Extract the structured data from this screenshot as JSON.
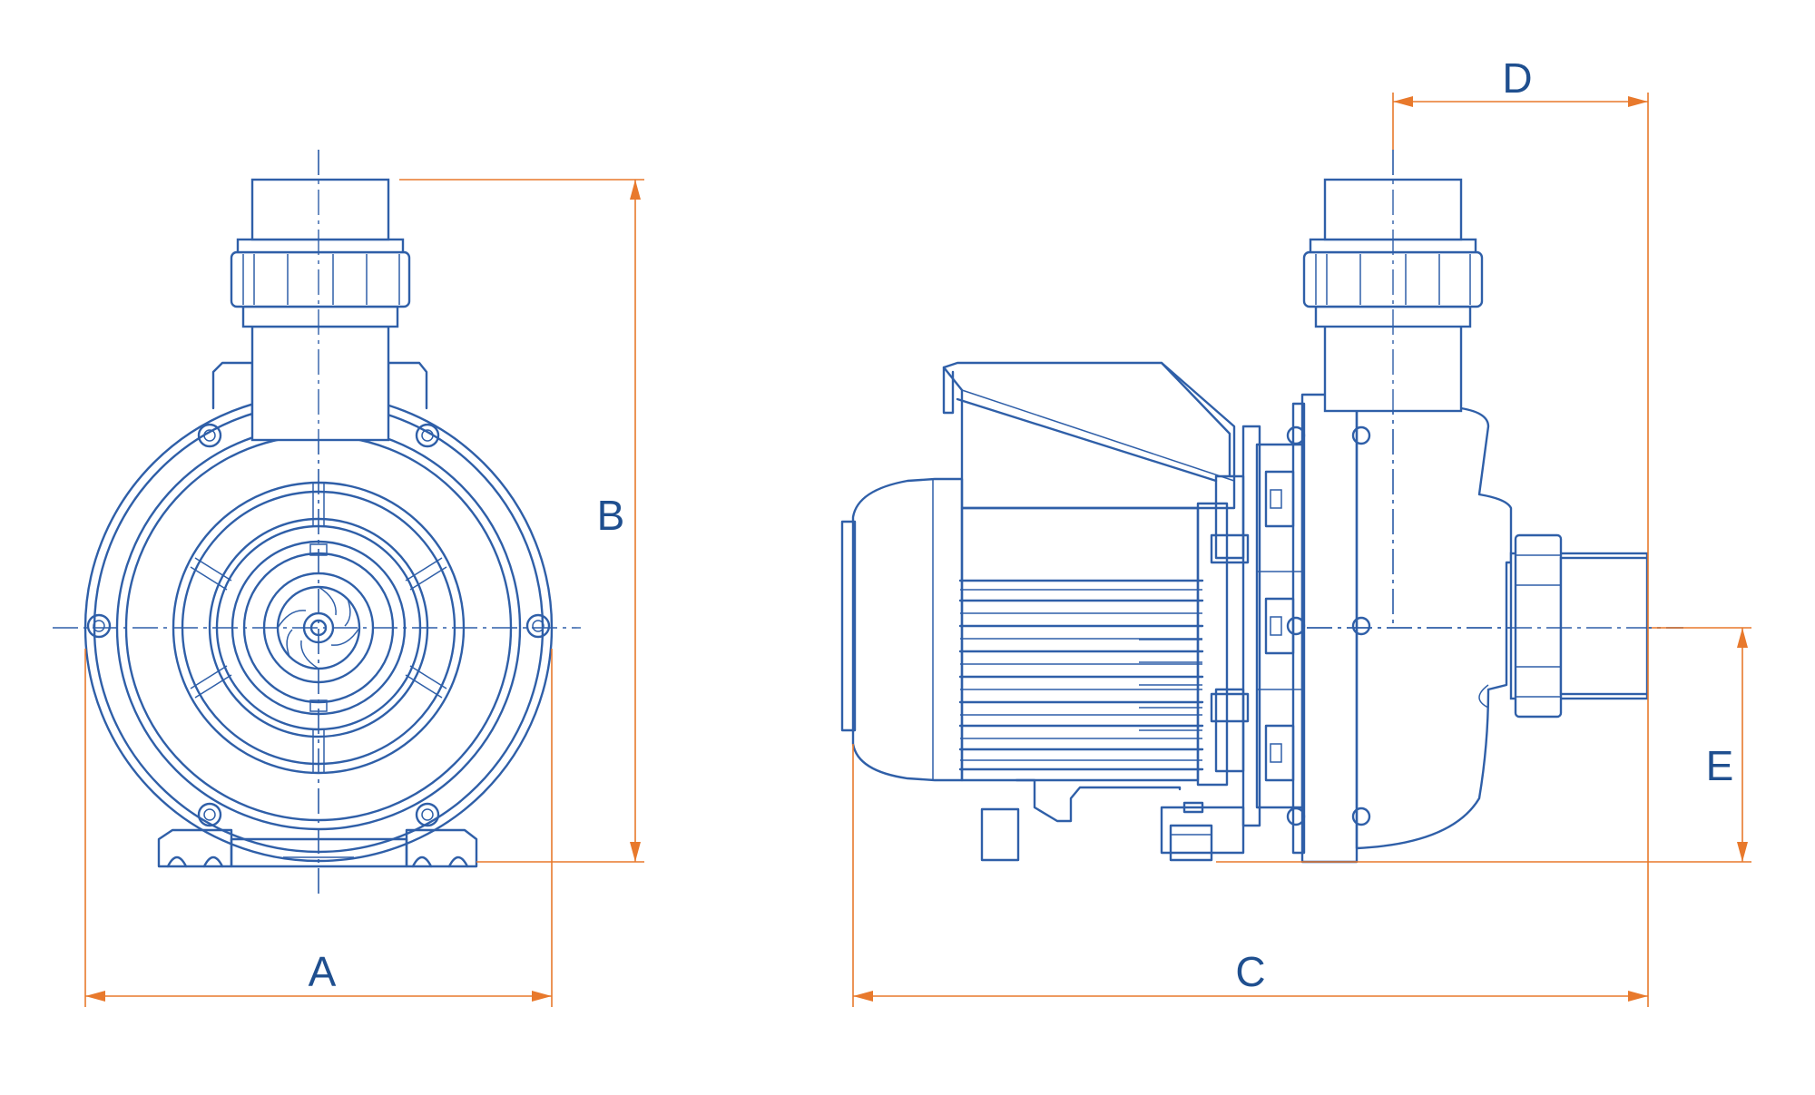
{
  "colors": {
    "drawing_line": "#2f5fa8",
    "dimension_line": "#e8792c",
    "label_text": "#1f4f8f",
    "background": "#ffffff"
  },
  "dimensions": {
    "A": "A",
    "B": "B",
    "C": "C",
    "D": "D",
    "E": "E"
  },
  "views": [
    "front-view",
    "side-view"
  ]
}
